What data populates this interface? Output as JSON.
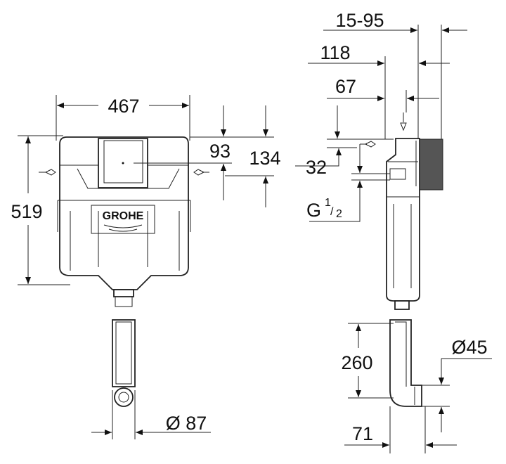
{
  "dimensions": {
    "width": "467",
    "height": "519",
    "top_to_inlet": "93",
    "top_to_lower": "134",
    "wall_gap": "15-95",
    "depth_total": "118",
    "depth_inlet": "67",
    "inlet_offset": "32",
    "thread_prefix": "G",
    "thread_num": "1",
    "thread_den": "2",
    "pipe_length": "260",
    "pipe_diameter": "Ø 87",
    "outlet_diameter": "Ø45",
    "outlet_offset": "71"
  },
  "logo": "GROHE",
  "colors": {
    "line": "#222222",
    "panel": "#555555"
  }
}
